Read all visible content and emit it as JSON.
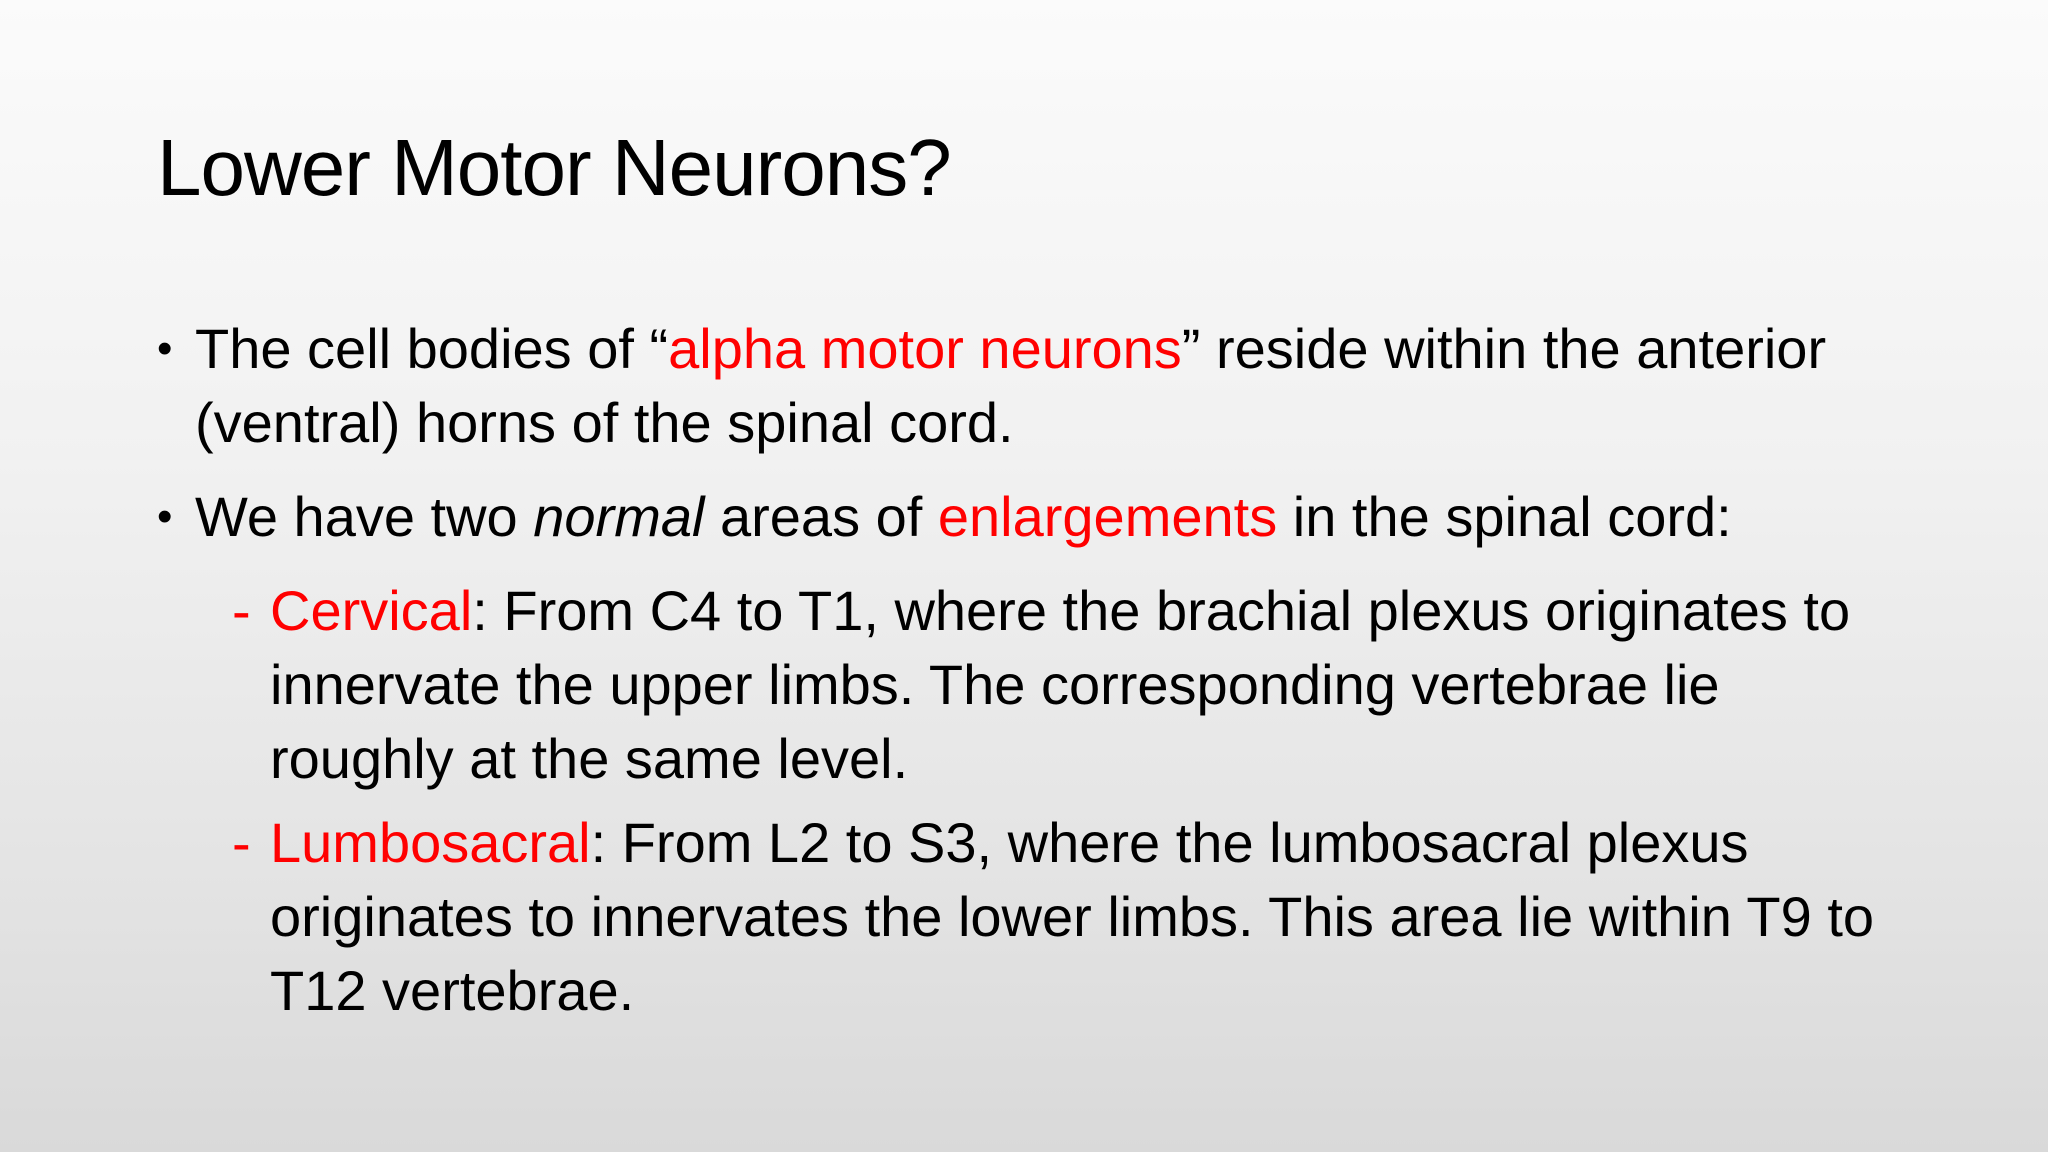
{
  "slide": {
    "title": "Lower Motor Neurons?",
    "bullet_mark": "•",
    "sub_mark": "-",
    "accent_color": "#ff0000",
    "bullets": [
      {
        "pre": "The cell bodies of “",
        "highlight": "alpha motor neurons",
        "post": "” reside within the anterior (ventral) horns of the spinal cord."
      },
      {
        "pre": "We have two ",
        "italic": "normal",
        "mid": " areas of ",
        "highlight": "enlargements",
        "post": " in the spinal cord:"
      }
    ],
    "subitems": [
      {
        "term": "Cervical",
        "text": ": From C4 to T1, where the brachial plexus originates to innervate the upper limbs. The corresponding vertebrae lie roughly at the same level."
      },
      {
        "term": "Lumbosacral",
        "text": ": From L2 to S3, where the lumbosacral plexus originates to innervates the lower limbs. This area lie within T9 to T12 vertebrae."
      }
    ]
  }
}
